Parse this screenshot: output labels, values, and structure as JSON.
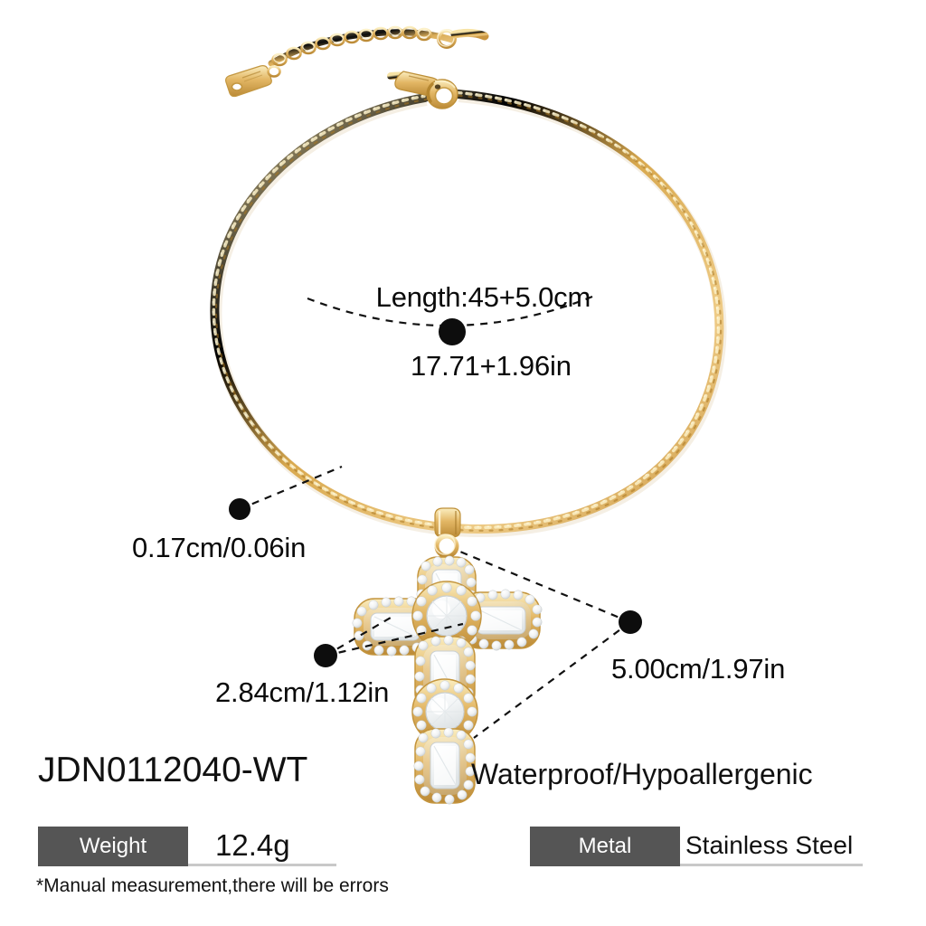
{
  "product": {
    "code": "JDN0112040-WT",
    "feature": "Waterproof/Hypoallergenic",
    "type": "cross-pendant-necklace"
  },
  "measurements": {
    "length_line1": "Length:45+5.0cm",
    "length_line2": "17.71+1.96in",
    "chain_thickness": "0.17cm/0.06in",
    "pendant_width": "2.84cm/1.12in",
    "pendant_height": "5.00cm/1.97in"
  },
  "specs": [
    {
      "key": "Weight",
      "value": "12.4g"
    },
    {
      "key": "Metal",
      "value": "Stainless Steel"
    }
  ],
  "footnote": "*Manual measurement,there will be errors",
  "colors": {
    "gold_light": "#f3d храм",
    "gold": "#e2b martin",
    "spec_label_bg": "#555555",
    "spec_underline": "#c9c9c9",
    "text": "#111111",
    "background": "#ffffff"
  }
}
